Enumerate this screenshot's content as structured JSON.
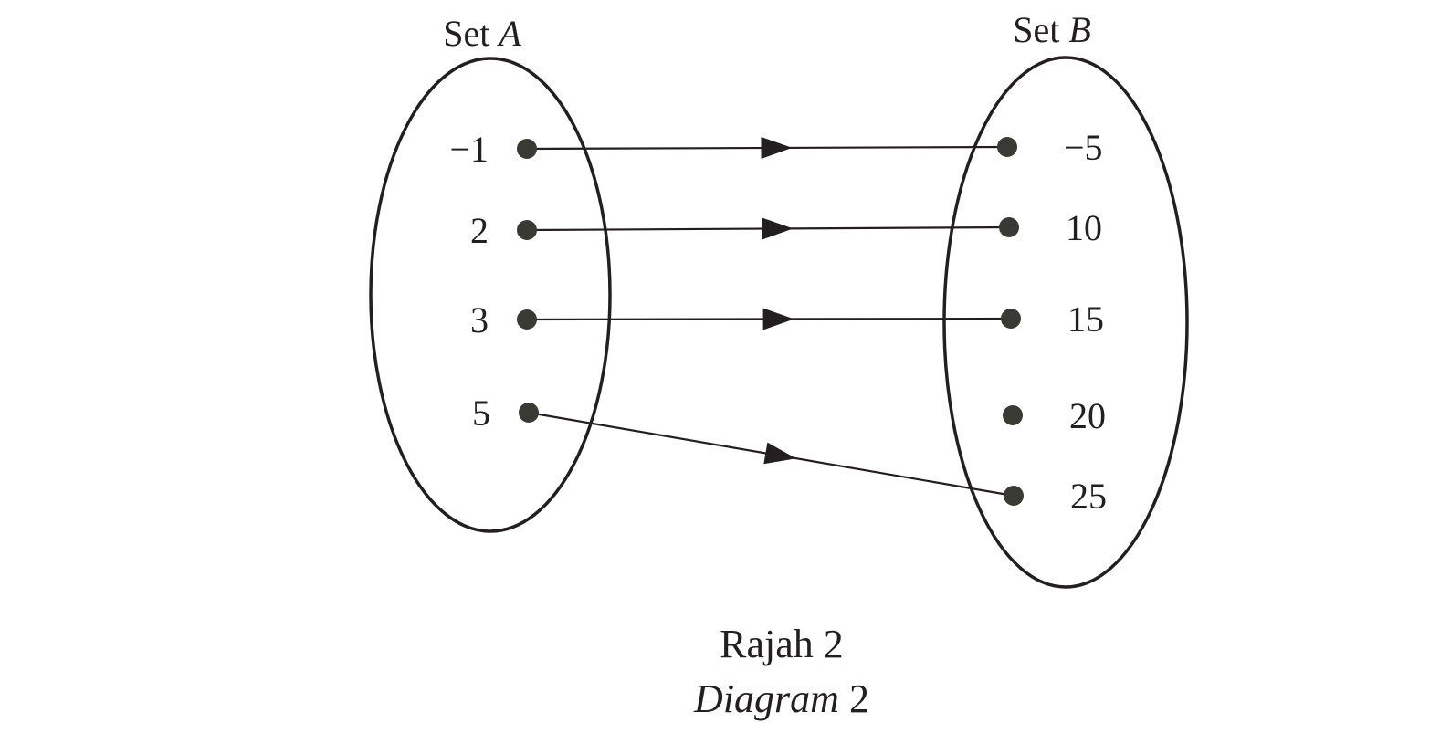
{
  "set_a": {
    "title_prefix": "Set ",
    "title_var": "A",
    "elements": [
      "−1",
      "2",
      "3",
      "5"
    ]
  },
  "set_b": {
    "title_prefix": "Set ",
    "title_var": "B",
    "elements": [
      "−5",
      "10",
      "15",
      "20",
      "25"
    ]
  },
  "mappings": [
    {
      "from": "−1",
      "to": "−5"
    },
    {
      "from": "2",
      "to": "10"
    },
    {
      "from": "3",
      "to": "15"
    },
    {
      "from": "5",
      "to": "25"
    }
  ],
  "caption": {
    "line1": "Rajah 2",
    "line2_italic": "Diagram",
    "line2_num": " 2"
  },
  "colors": {
    "ink": "#231f20",
    "dot": "#3a3a35"
  }
}
